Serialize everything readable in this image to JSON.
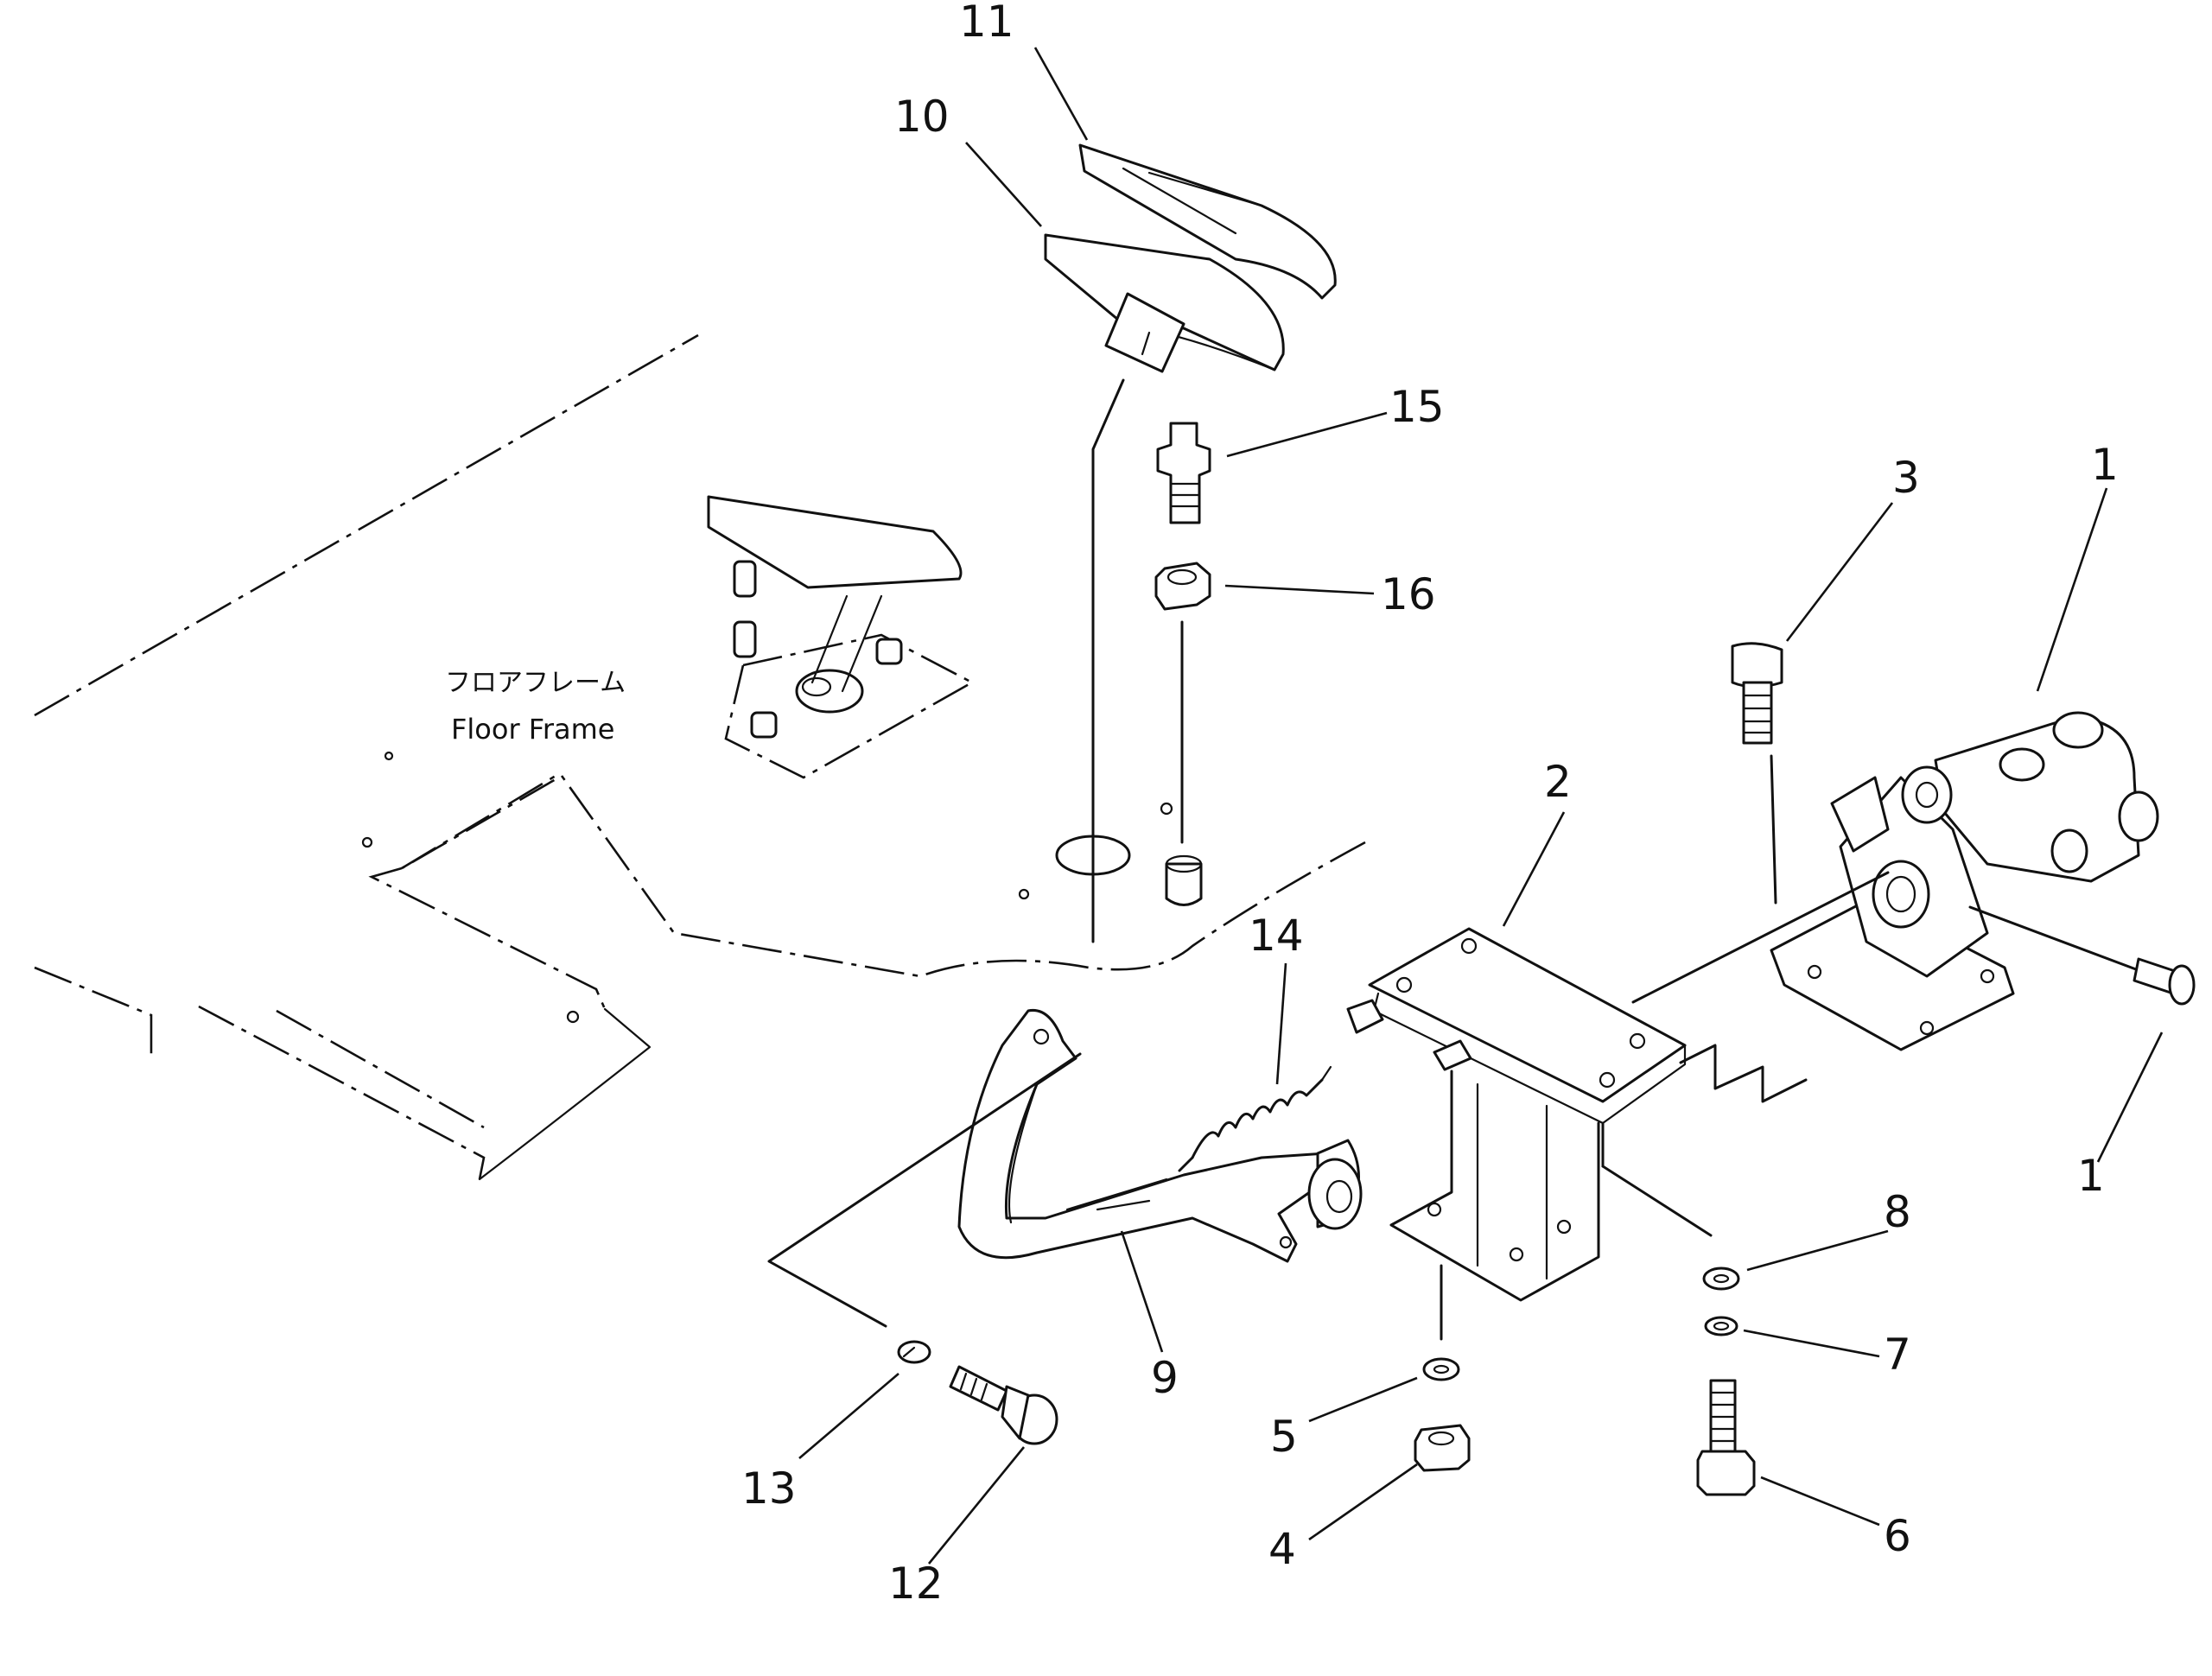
{
  "frame_label": {
    "japanese": "フロアフレーム",
    "english": "Floor Frame"
  },
  "part_labels": [
    "11",
    "10",
    "15",
    "16",
    "3",
    "1",
    "2",
    "14",
    "1",
    "8",
    "7",
    "9",
    "5",
    "4",
    "6",
    "13",
    "12"
  ]
}
